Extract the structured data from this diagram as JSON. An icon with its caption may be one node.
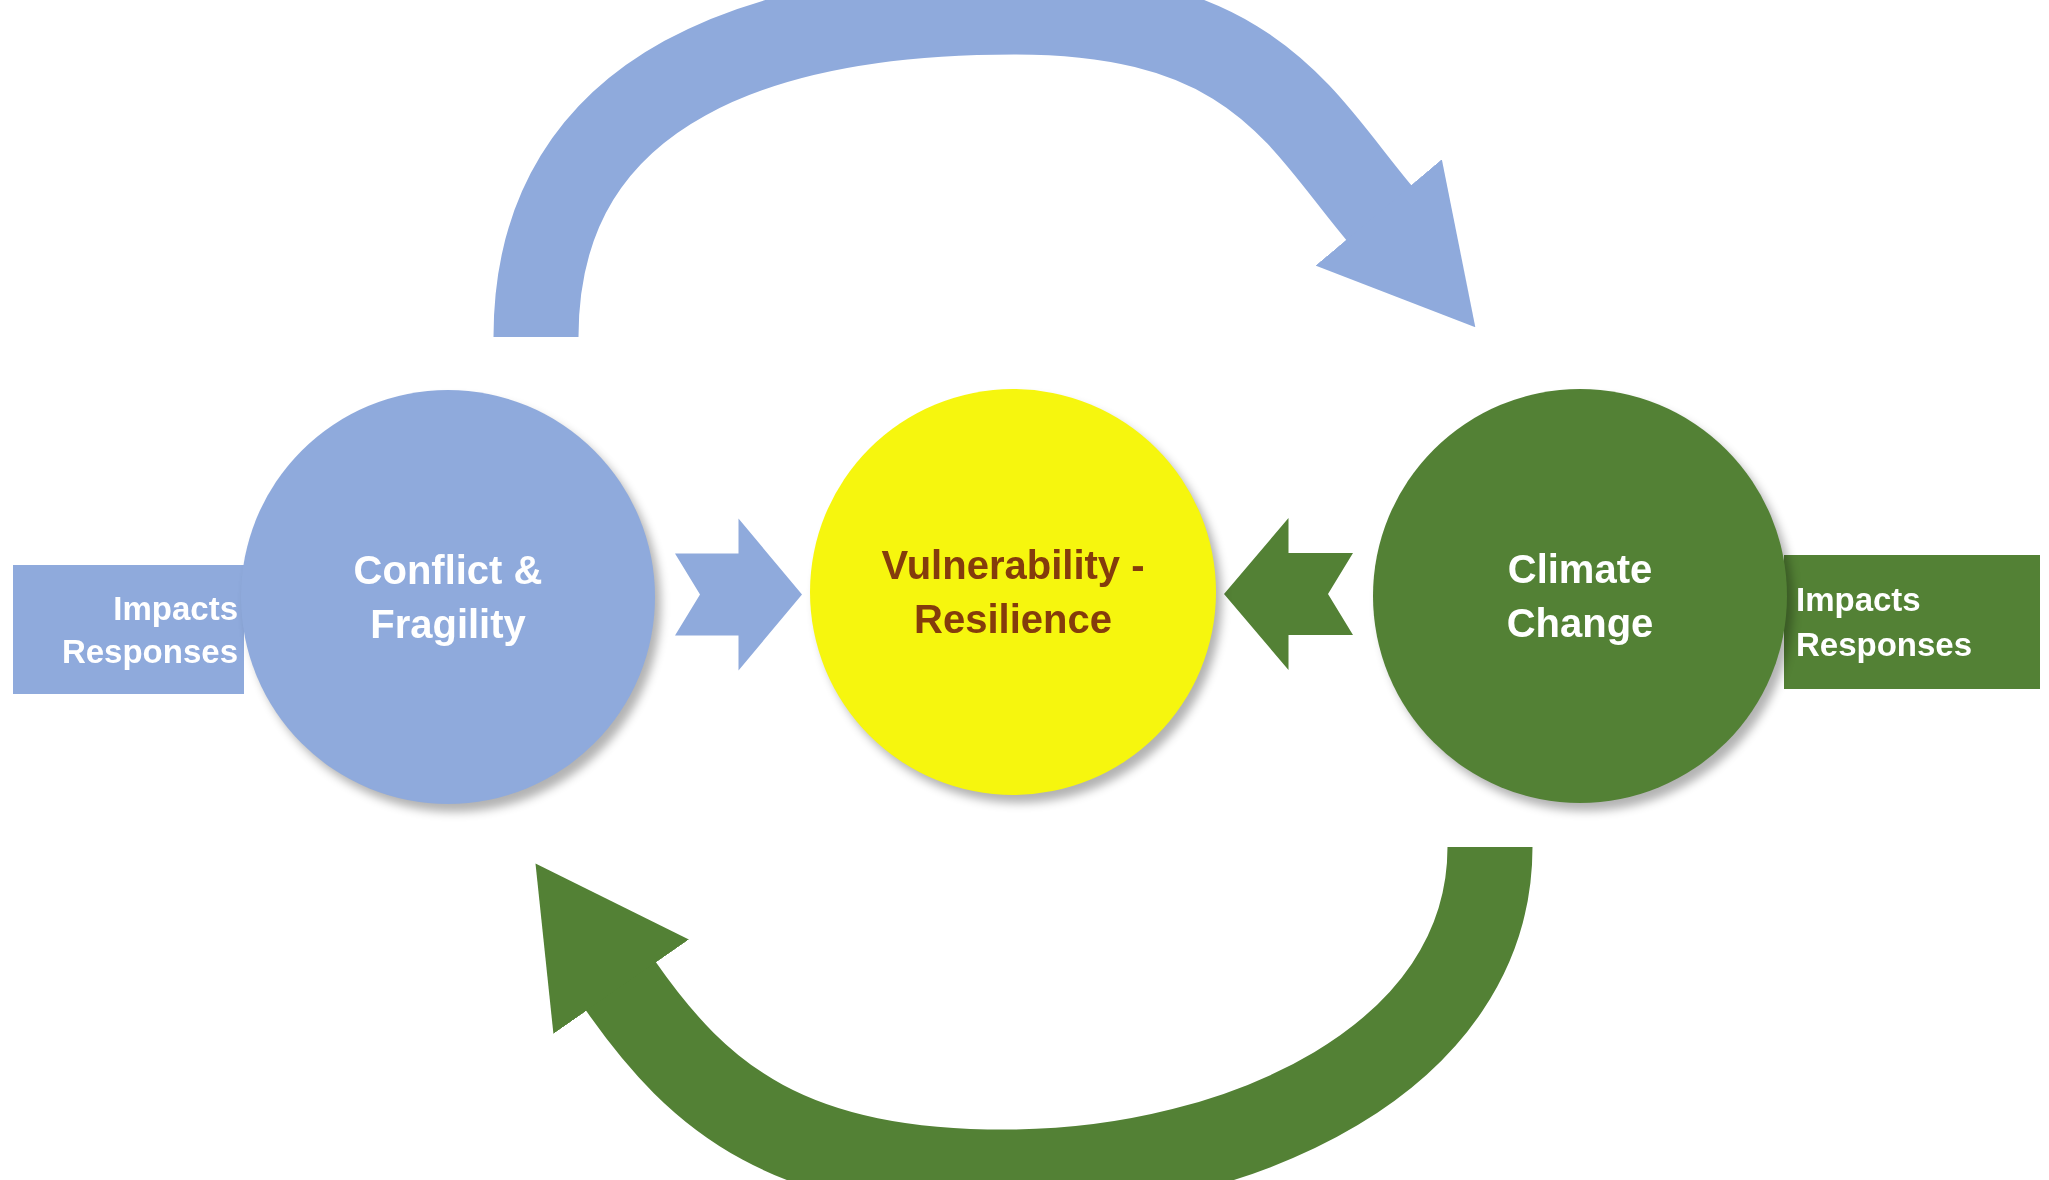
{
  "diagram": {
    "nodes": [
      {
        "text": [
          "Conflict & Fragility"
        ]
      },
      {
        "text": [
          "Vulnerability - Resilience"
        ]
      },
      {
        "text": [
          "Climate Change"
        ]
      },
      {
        "text": [
          "Impacts",
          "Responses"
        ]
      },
      {
        "text": [
          "Impacts",
          "Responses"
        ]
      }
    ],
    "edges": [
      {
        "from": 0,
        "to": 2,
        "arrow": "to",
        "color": "#8faadc"
      },
      {
        "from": 0,
        "to": 1,
        "arrow": "to",
        "color": "#8faadc"
      },
      {
        "from": 2,
        "to": 1,
        "arrow": "to",
        "color": "#538135"
      },
      {
        "from": 2,
        "to": 0,
        "arrow": "to",
        "color": "#538135"
      }
    ]
  }
}
